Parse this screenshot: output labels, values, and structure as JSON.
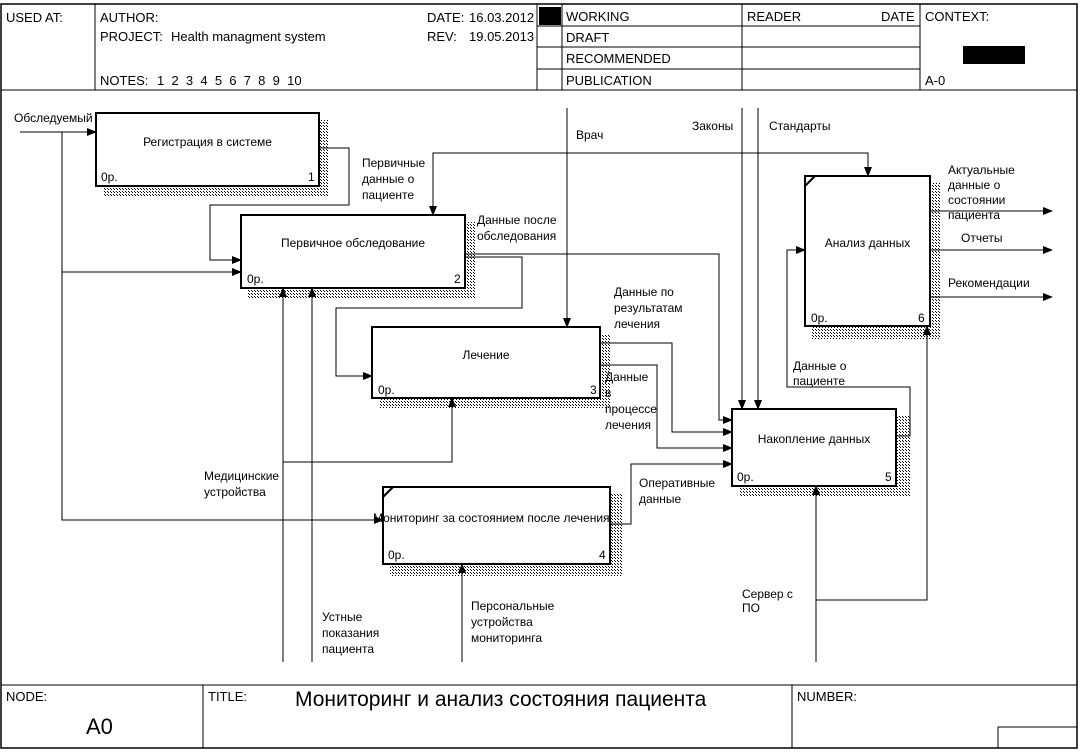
{
  "header": {
    "used_at_label": "USED AT:",
    "author_label": "AUTHOR:",
    "project_label": "PROJECT:",
    "project_value": "Health managment system",
    "date_label": "DATE:",
    "date_value": "16.03.2012",
    "rev_label": "REV:",
    "rev_value": "19.05.2013",
    "notes_label": "NOTES:",
    "notes_values": "1  2  3  4  5  6  7  8  9  10",
    "status": [
      "WORKING",
      "DRAFT",
      "RECOMMENDED",
      "PUBLICATION"
    ],
    "reader_label": "READER",
    "reader_date_label": "DATE",
    "context_label": "CONTEXT:",
    "context_node": "A-0"
  },
  "footer": {
    "node_label": "NODE:",
    "node_value": "A0",
    "title_label": "TITLE:",
    "title_value": "Мониторинг и анализ состояния пациента",
    "number_label": "NUMBER:"
  },
  "boxes": [
    {
      "name": "Регистрация в системе",
      "cost": "0р.",
      "num": "1"
    },
    {
      "name": "Первичное обследование",
      "cost": "0р.",
      "num": "2"
    },
    {
      "name": "Лечение",
      "cost": "0р.",
      "num": "3"
    },
    {
      "name": "Мониторинг за состоянием после лечения",
      "cost": "0р.",
      "num": "4"
    },
    {
      "name": "Накопление данных",
      "cost": "0р.",
      "num": "5"
    },
    {
      "name": "Анализ данных",
      "cost": "0р.",
      "num": "6"
    }
  ],
  "arrow_labels": {
    "patients": "Обследуемый",
    "doctor": "Врач",
    "laws": "Законы",
    "standards": "Стандарты",
    "primary_data": [
      "Первичные",
      "данные о",
      "пациенте"
    ],
    "after_exam": [
      "Данные после",
      "обследования"
    ],
    "results": [
      "Данные по",
      "результатам",
      "лечения"
    ],
    "during_treatment": [
      "Данные",
      "в",
      "процессе",
      "лечения"
    ],
    "operative": [
      "Оперативные",
      "данные"
    ],
    "patient_data": [
      "Данные о",
      "пациенте"
    ],
    "actual": [
      "Актуальные",
      "данные о",
      "состоянии",
      "пациента"
    ],
    "reports": "Отчеты",
    "recommendations": "Рекомендации",
    "med_devices": [
      "Медицинские",
      "устройства"
    ],
    "oral": [
      "Устные",
      "показания",
      "пациента"
    ],
    "personal_devices": [
      "Персональные",
      "устройства",
      "мониторинга"
    ],
    "server": [
      "Сервер с",
      "ПО"
    ]
  }
}
